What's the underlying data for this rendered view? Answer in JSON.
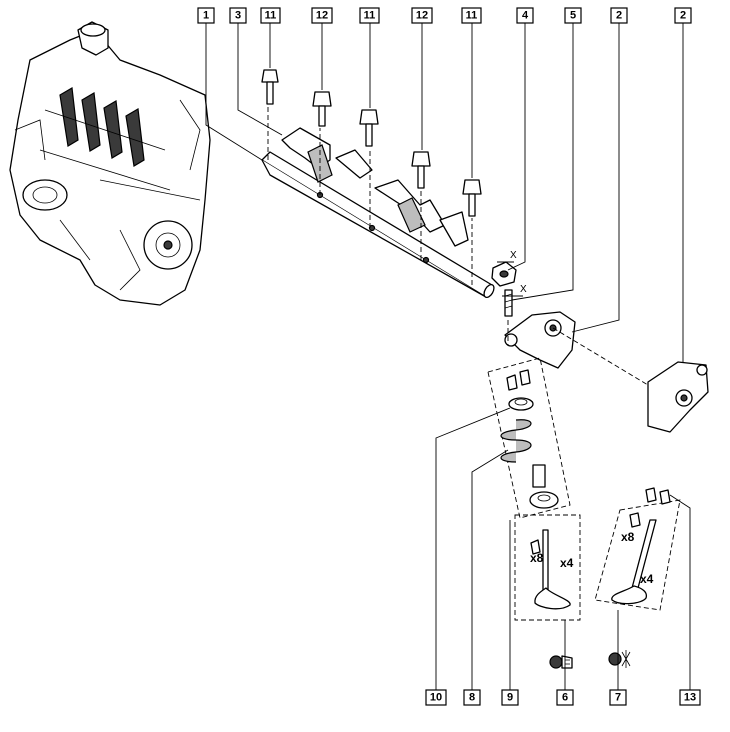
{
  "callouts": [
    "1",
    "3",
    "11",
    "12",
    "11",
    "12",
    "11",
    "4",
    "5",
    "2",
    "2",
    "10",
    "8",
    "9",
    "6",
    "7",
    "13"
  ],
  "multipliers": {
    "inlet_springs": "x8",
    "inlet_valves": "x4",
    "exhaust_springs": "x8",
    "exhaust_valves": "x4"
  },
  "axis_markers": {
    "nut": "X",
    "screw": "X"
  }
}
